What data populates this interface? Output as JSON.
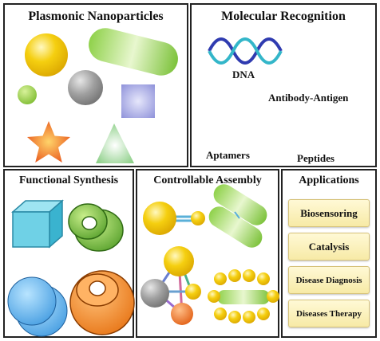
{
  "panels": {
    "plasmonic": {
      "title": "Plasmonic Nanoparticles"
    },
    "molecular": {
      "title": "Molecular Recognition",
      "labels": {
        "dna": "DNA",
        "antibody": "Antibody-Antigen",
        "aptamers": "Aptamers",
        "peptides": "Peptides"
      }
    },
    "functional": {
      "title": "Functional Synthesis"
    },
    "assembly": {
      "title": "Controllable Assembly"
    },
    "applications": {
      "title": "Applications",
      "items": [
        "Biosensoring",
        "Catalysis",
        "Disease Diagnosis",
        "Diseases Therapy"
      ]
    }
  },
  "colors": {
    "gold": "#f2c200",
    "green": "#7cc23a",
    "gray": "#9a9a9a",
    "lavender": "#9a9ce0",
    "orange": "#f07a1a",
    "blue": "#56aee8",
    "cyan": "#5cc3dd",
    "navy": "#2a3f8a",
    "panel_border": "#222222",
    "button_fill": "#f7eaa6"
  }
}
